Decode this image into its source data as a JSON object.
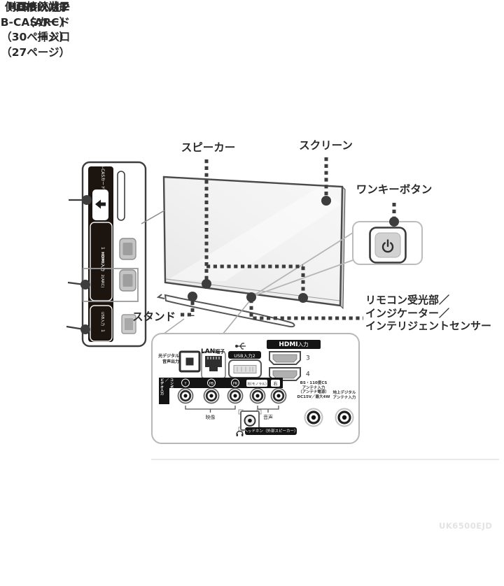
{
  "watermark": "UK6500EJD",
  "callouts": {
    "side_title": "側面接続端子",
    "bcas_l1": "B-CASカード",
    "bcas_l2": "挿入口",
    "bcas_page": "（27ページ）",
    "hdmi2_l1": "HDMI入力2",
    "hdmi2_l2": "（ARC）",
    "hdmi2_page": "（30ページ）",
    "usb1": "USB入力1",
    "speaker": "スピーカー",
    "screen": "スクリーン",
    "one_key": "ワンキーボタン",
    "stand": "スタンド",
    "remote_l1": "リモコン受光部／",
    "remote_l2": "インジケーター／",
    "remote_l3": "インテリジェントセンサー"
  },
  "side_panel": {
    "bcas_card": "B-CASカード",
    "port1": "1",
    "hdmi_logo": "HDMI入力",
    "port2": "2(ARC)",
    "usb_label": "USB入力",
    "usb_num": "1"
  },
  "rear_panel": {
    "optical_l1": "光デジタル",
    "optical_l2": "音声出力",
    "lan_bold": "LAN",
    "lan_suffix": "端子",
    "usb2": "USB入力2",
    "hdmi_bold": "HDMI",
    "hdmi_suffix": "入力",
    "port3": "3",
    "port4": "4",
    "component_l1": "コンポーネント／",
    "component_l2": "ビデオ入力",
    "jack_y": "Y",
    "jack_pb": "PB",
    "jack_pr": "PR",
    "audio_left": "左(モノラル)",
    "audio_right": "右",
    "group_video": "映像",
    "group_audio": "音声",
    "headphone": "ヘッドホン（外部スピーカー）",
    "bs_l1": "BS・110度CS",
    "bs_l2": "アンテナ入力",
    "bs_l3": "（アンテナ電源）",
    "bs_l4": "DC15V／最大4W",
    "terr_l1": "地上デジタル",
    "terr_l2": "アンテナ入力"
  }
}
